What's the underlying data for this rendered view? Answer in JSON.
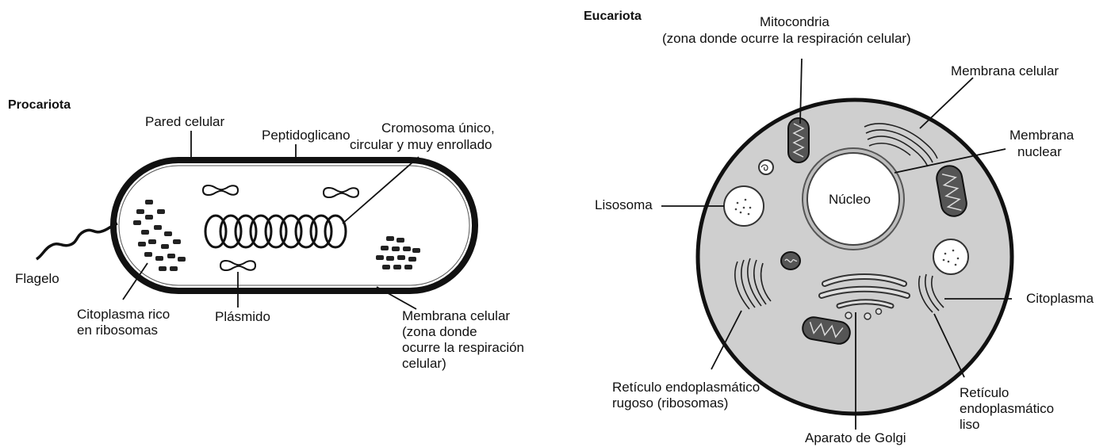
{
  "prokaryote": {
    "title": "Procariota",
    "labels": {
      "pared_celular": "Pared celular",
      "peptidoglicano": "Peptidoglicano",
      "cromosoma": [
        "Cromosoma único,",
        "circular y muy enrollado"
      ],
      "flagelo": "Flagelo",
      "citoplasma": [
        "Citoplasma rico",
        "en ribosomas"
      ],
      "plasmido": "Plásmido",
      "membrana": [
        "Membrana celular",
        "(zona donde",
        "ocurre la respiración",
        "celular)"
      ]
    }
  },
  "eukaryote": {
    "title": "Eucariota",
    "labels": {
      "mitocondria": [
        "Mitocondria",
        "(zona donde ocurre la respiración celular)"
      ],
      "membrana_celular": "Membrana celular",
      "membrana_nuclear": [
        "Membrana",
        "nuclear"
      ],
      "nucleo": "Núcleo",
      "lisosoma": "Lisosoma",
      "citoplasma": "Citoplasma",
      "reticulo_rugoso": [
        "Retículo endoplasmático",
        "rugoso (ribosomas)"
      ],
      "reticulo_liso": [
        "Retículo",
        "endoplasmático",
        "liso"
      ],
      "golgi": "Aparato de Golgi"
    }
  }
}
